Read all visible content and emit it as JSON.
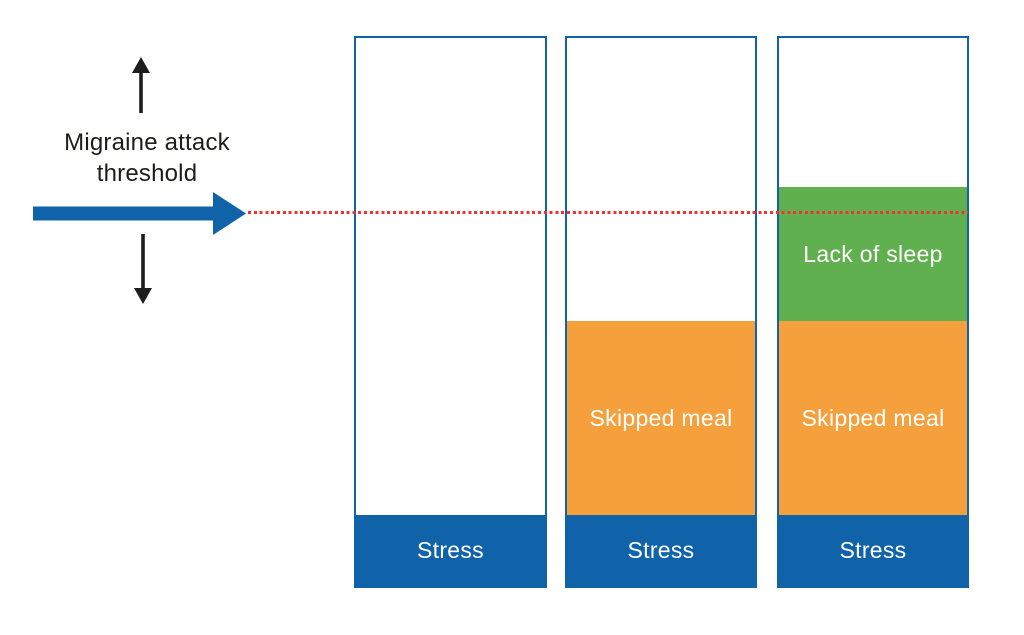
{
  "annotation": {
    "line1": "Migraine attack",
    "line2": "threshold"
  },
  "chart_data": {
    "type": "bar",
    "stacked": true,
    "title": "",
    "xlabel": "",
    "ylabel": "",
    "categories": [
      "",
      "",
      ""
    ],
    "axes_visible": false,
    "grid": false,
    "legend": "labels inside segments",
    "units": "relative trigger load, threshold = 100",
    "ylim": [
      0,
      148
    ],
    "series": [
      {
        "name": "Stress",
        "color": "#1063a9",
        "text_color": "#ffffff",
        "values": [
          19,
          19,
          19
        ]
      },
      {
        "name": "Skipped meal",
        "color": "#f5a03d",
        "text_color": "#ffffff",
        "values": [
          0,
          52,
          52
        ]
      },
      {
        "name": "Lack of sleep",
        "color": "#61b04f",
        "text_color": "#ffffff",
        "values": [
          0,
          0,
          36
        ]
      }
    ],
    "threshold_line": {
      "label": "Migraine attack threshold",
      "value": 100,
      "style": "dotted",
      "color": "#ee3433"
    }
  },
  "colors": {
    "bar_border": "#1063a9",
    "bar_fill": "#ffffff",
    "threshold": "#ee3433",
    "annotation_text": "#1d1d1b",
    "arrow_black": "#1d1d1b",
    "arrow_blue": "#1063a9",
    "background": "#ffffff"
  }
}
